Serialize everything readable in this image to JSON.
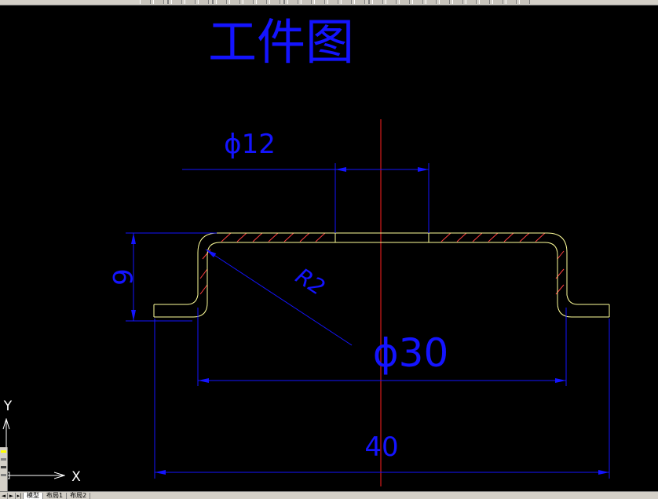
{
  "drawing": {
    "title": "工件图",
    "dims": {
      "hole_diameter": "ϕ12",
      "outer_diameter": "ϕ30",
      "height": "6",
      "radius": "R2",
      "overall_width": "40"
    }
  },
  "ucs": {
    "x_label": "X",
    "y_label": "Y"
  },
  "tabs": {
    "nav": [
      "◄",
      "►",
      "▸|"
    ],
    "items": [
      "模型",
      "布局1",
      "布局2"
    ],
    "active": "模型"
  },
  "colors": {
    "background": "#000000",
    "dimension": "#1414ff",
    "centerline": "#ff2020",
    "outline": "#ffff9a",
    "hatch": "#ff4040",
    "ucs": "#ffffff"
  }
}
